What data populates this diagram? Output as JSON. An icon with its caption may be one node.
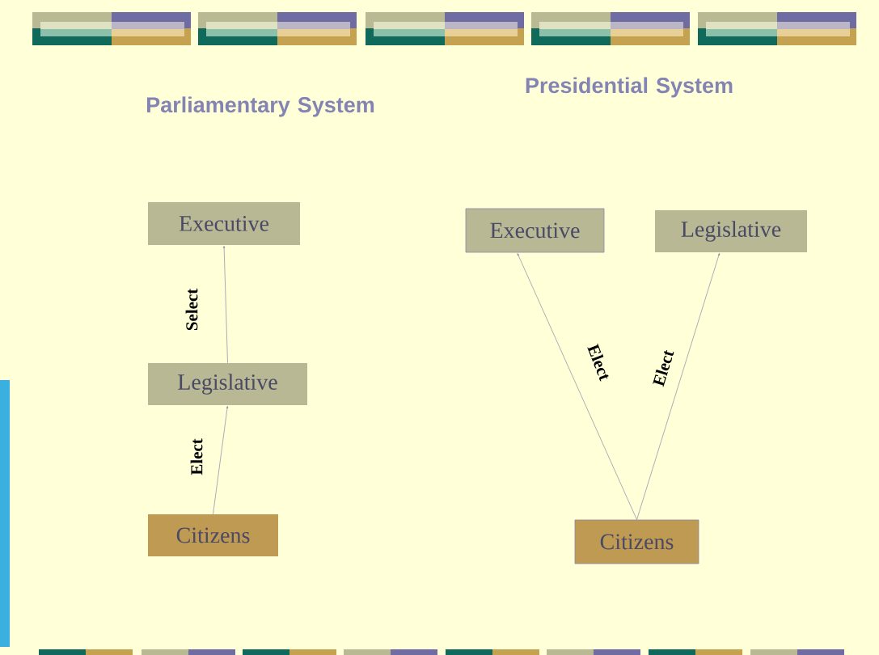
{
  "diagram": {
    "nodes": [
      {
        "text": [
          "Executive"
        ]
      },
      {
        "text": [
          "Legislative"
        ]
      },
      {
        "text": [
          "Citizens"
        ]
      },
      {
        "text": [
          "Executive"
        ]
      },
      {
        "text": [
          "Legislative"
        ]
      },
      {
        "text": [
          "Citizens"
        ]
      }
    ],
    "edges": [
      {
        "from": 1,
        "to": 0,
        "arrow": "to",
        "label": "Select"
      },
      {
        "from": 2,
        "to": 1,
        "arrow": "to",
        "label": "Elect"
      },
      {
        "from": 5,
        "to": 3,
        "arrow": "to",
        "label": "Elect"
      },
      {
        "from": 5,
        "to": 4,
        "arrow": "to",
        "label": "Elect"
      }
    ],
    "labels": [
      "Parliamentary System",
      "Presidential System"
    ]
  }
}
